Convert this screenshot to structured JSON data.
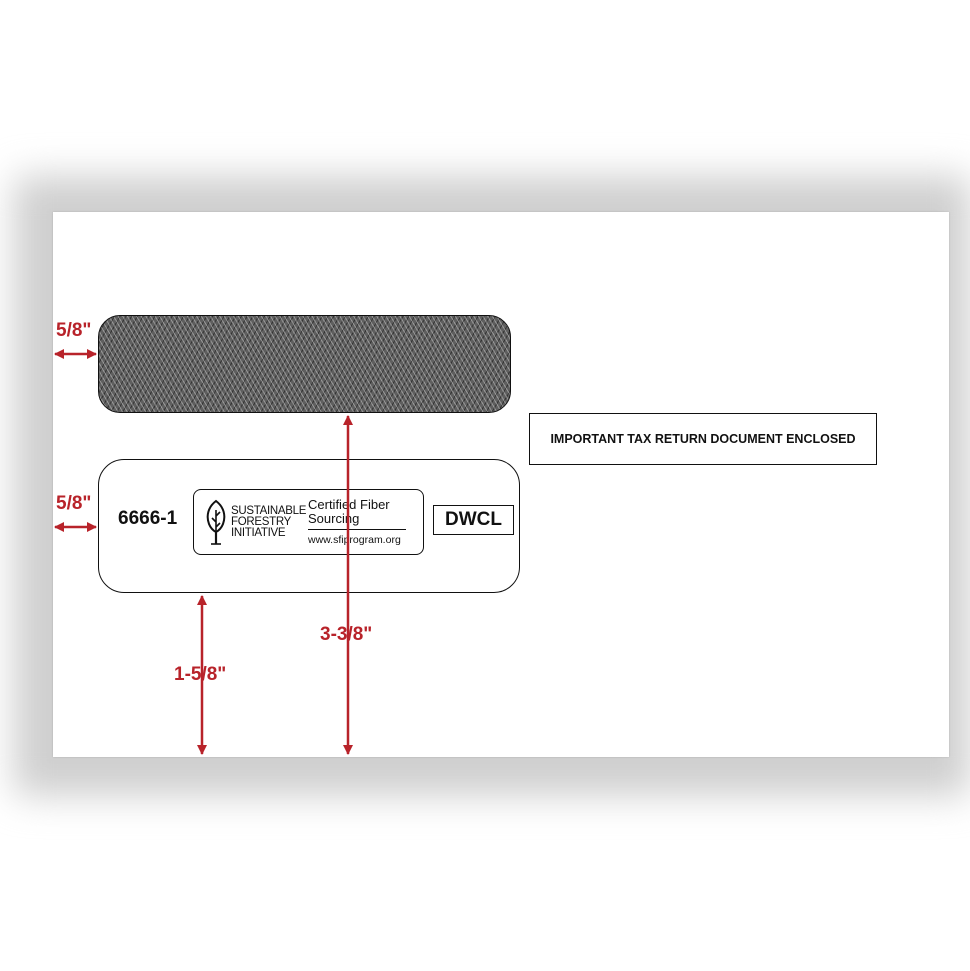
{
  "envelope": {
    "form_number": "6666-1",
    "code_box": "DWCL",
    "notice": "IMPORTANT TAX RETURN DOCUMENT ENCLOSED"
  },
  "sfi_logo": {
    "org_line1": "SUSTAINABLE",
    "org_line2": "FORESTRY",
    "org_line3": "INITIATIVE",
    "cert_line1": "Certified Fiber",
    "cert_line2": "Sourcing",
    "url": "www.sfiprogram.org",
    "icon": "leaf-tree-icon"
  },
  "dimensions": {
    "top_window_left": "5/8\"",
    "bottom_window_left": "5/8\"",
    "bottom_window_from_bottom": "1-5/8\"",
    "top_window_from_bottom": "3-3/8\"",
    "color": "#b8232a"
  }
}
